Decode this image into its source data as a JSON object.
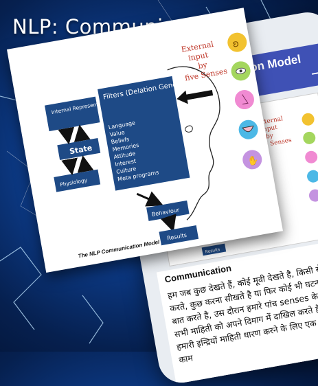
{
  "headline": "NLP: Communication",
  "app": {
    "title": "NLP Communication Model",
    "next_icon": "arrow-right-icon",
    "subheading": "Communication",
    "paragraph": "हम जब कुछ देखते हैं, कोई मूवी देखते है, किसी से बातचीत करते, कुछ करना सीखते है या फिर कोई भी घटना के बारे में बात करते है, उस दौरान हमारे पांच senses के द्वारा हम सभी माहिती को अपने दिमाग में दाखिल करते है, मतलब की हमारी इन्द्रियों माहिती धारण करने के लिए एक input का काम"
  },
  "diagram": {
    "internal": "Internal Representations",
    "state": "State",
    "physiology": "Physiology",
    "filters_title": "Filters (Delation Generalisation Distortion)",
    "filters_items": [
      "Language",
      "Value",
      "Beliefs",
      "Memories",
      "Attitude",
      "Interest",
      "Culture",
      "Meta programs"
    ],
    "external_input": [
      "External",
      "input",
      "by",
      "five Senses"
    ],
    "behaviour": "Behaviour",
    "results": "Results",
    "caption": "The NLP Communication Model",
    "sense_icons": [
      "ear-icon",
      "eye-icon",
      "nose-icon",
      "tongue-icon",
      "hand-icon"
    ],
    "sense_colors": [
      "#f2c230",
      "#a4d65e",
      "#f08ad2",
      "#4cb8e6",
      "#c493e0"
    ]
  }
}
